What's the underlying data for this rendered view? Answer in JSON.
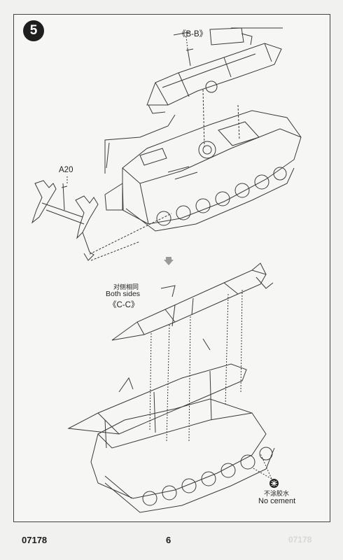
{
  "step": {
    "number": "5"
  },
  "callouts": {
    "bb": "《B-B》",
    "a20": "A20",
    "cc_cn": "对侧相同",
    "cc_en": "Both sides",
    "cc": "《C-C》",
    "nocement_cn": "不涂胶水",
    "nocement_en": "No cement"
  },
  "footer": {
    "code": "07178",
    "page": "6",
    "ghost": "07178"
  },
  "icons": [
    "step-badge",
    "down-arrow-icon",
    "no-cement-icon"
  ]
}
